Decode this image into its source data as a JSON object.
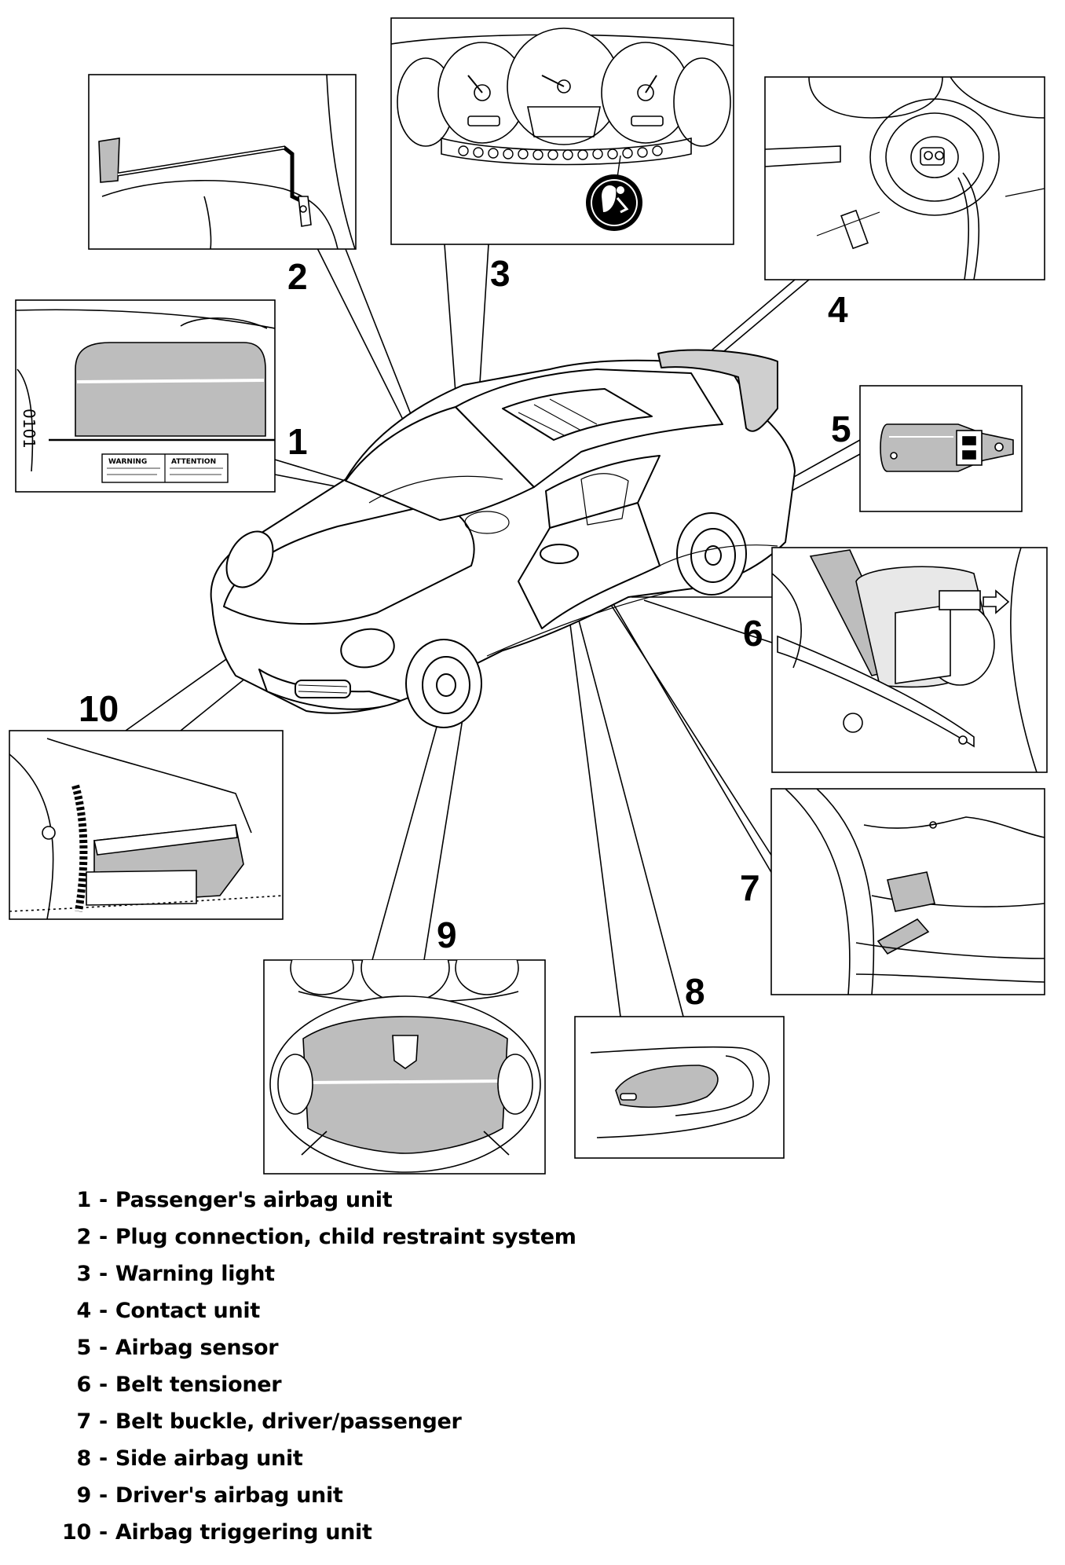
{
  "callouts": {
    "c1": "1",
    "c2": "2",
    "c3": "3",
    "c4": "4",
    "c5": "5",
    "c6": "6",
    "c7": "7",
    "c8": "8",
    "c9": "9",
    "c10": "10"
  },
  "inset_labels": {
    "warning": "WARNING",
    "attention": "ATTENTION"
  },
  "legend": {
    "separator": "-",
    "items": [
      {
        "num": "1",
        "text": "Passenger's airbag unit"
      },
      {
        "num": "2",
        "text": "Plug connection, child restraint system"
      },
      {
        "num": "3",
        "text": "Warning light"
      },
      {
        "num": "4",
        "text": "Contact unit"
      },
      {
        "num": "5",
        "text": "Airbag sensor"
      },
      {
        "num": "6",
        "text": "Belt tensioner"
      },
      {
        "num": "7",
        "text": "Belt buckle, driver/passenger"
      },
      {
        "num": "8",
        "text": "Side airbag unit"
      },
      {
        "num": "9",
        "text": "Driver's airbag unit"
      },
      {
        "num": "10",
        "text": "Airbag triggering unit"
      }
    ]
  },
  "colors": {
    "line": "#000000",
    "highlight_gray": "#bdbdbd",
    "background": "#ffffff"
  }
}
